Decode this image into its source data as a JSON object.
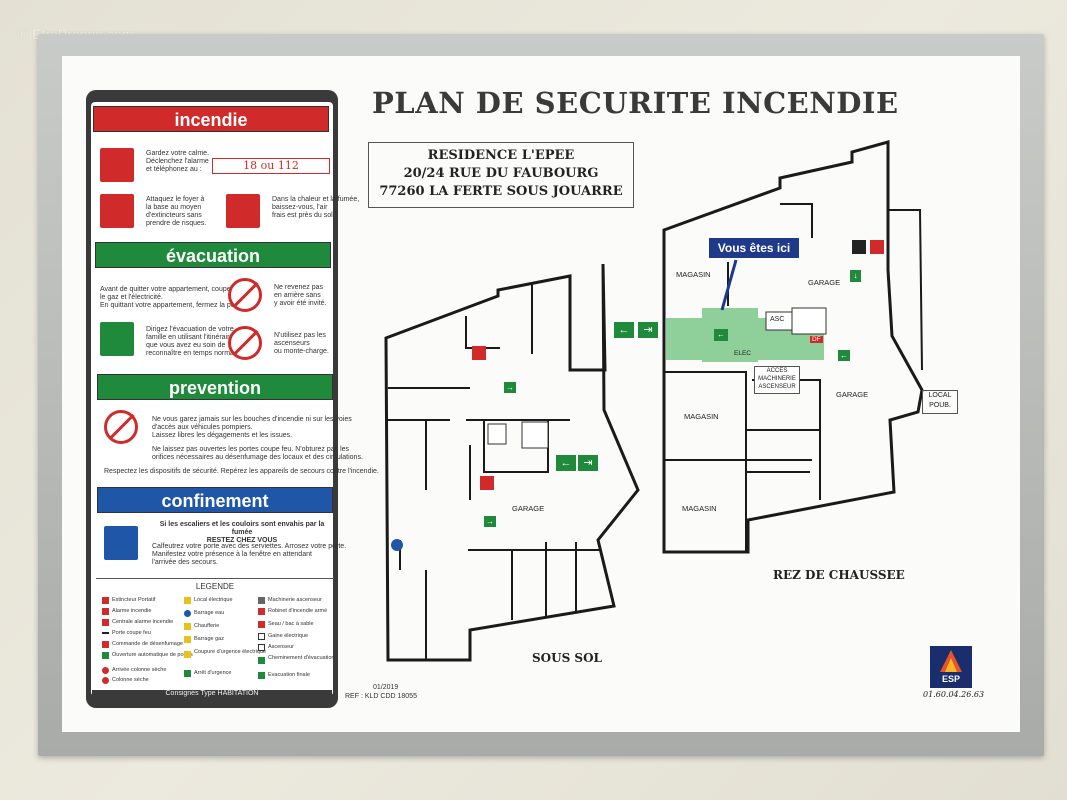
{
  "watermark": "© EtreProprio.com",
  "title": "PLAN DE SECURITE INCENDIE",
  "address": {
    "line1": "RESIDENCE L'EPEE",
    "line2": "20/24 RUE DU FAUBOURG",
    "line3": "77260 LA FERTE SOUS JOUARRE"
  },
  "panel": {
    "incendie": {
      "heading": "incendie",
      "text1": "Gardez votre calme.\nDéclenchez l'alarme\net téléphonez au :",
      "phone": "18 ou 112",
      "text2": "Attaquez le foyer à\nla base au moyen\nd'extincteurs sans\nprendre de risques.",
      "text3": "Dans la chaleur et la fumée,\nbaissez-vous, l'air\nfrais est près du sol."
    },
    "evacuation": {
      "heading": "évacuation",
      "text1": "Avant de quitter votre appartement, coupez\nle gaz et l'électricité.\nEn quittant votre appartement, fermez la porte",
      "text2": "Ne revenez pas\nen arrière sans\ny avoir été invité.",
      "text3": "Dirigez l'évacuation de votre\nfamille en utilisant l'itinéraire\nque vous avez eu soin de\nreconnaître en temps normal",
      "text4": "N'utilisez pas les\nascenseurs\nou monte-charge."
    },
    "prevention": {
      "heading": "prevention",
      "text1": "Ne vous garez jamais sur les bouches d'incendie ni sur les voies\nd'accès aux véhicules pompiers.\nLaissez libres les dégagements et les issues.",
      "text2": "Ne laissez pas ouvertes les portes coupe feu. N'obturez pas les\norifices nécessaires au désenfumage des locaux et des circulations.",
      "text3": "Respectez les dispositifs de sécurité. Repérez les appareils de secours contre l'incendie."
    },
    "confinement": {
      "heading": "confinement",
      "text1": "Si les escaliers et les couloirs sont envahis par la fumée\nRESTEZ CHEZ VOUS",
      "text2": "Calfeutrez votre porte avec des serviettes. Arrosez votre porte.\nManifestez votre présence à la fenêtre en attendant\nl'arrivée des secours."
    },
    "legend": {
      "title": "LEGENDE",
      "items": [
        "Extincteur Portatif",
        "Alarme incendie",
        "Centrale alarme incendie",
        "Porte coupe feu",
        "Commande de désenfumage",
        "Ouverture automatique de portes",
        "Arrivée colonne sèche",
        "Colonne sèche",
        "Local électrique",
        "Barrage eau",
        "Chaufferie",
        "Barrage gaz",
        "Coupure d'urgence électrique",
        "Arrêt d'urgence",
        "Machinerie ascenseur",
        "Robinet d'incendie armé",
        "Seau / bac à sable",
        "Gaine électrique",
        "Ascenseur",
        "Cheminement d'évacuation",
        "Evacuation finale"
      ]
    },
    "footer": "Consignes Type HABITATION"
  },
  "reference": {
    "date": "01/2019",
    "ref": "REF : KLD CDD 18055"
  },
  "plans": {
    "sous_sol": {
      "label": "SOUS SOL",
      "rooms": [
        "GARAGE"
      ]
    },
    "rez_de_chaussee": {
      "label": "REZ DE CHAUSSEE",
      "rooms": [
        "MAGASIN",
        "GARAGE",
        "MAGASIN",
        "GARAGE",
        "MAGASIN"
      ],
      "here": "Vous êtes ici",
      "asc": "ASC",
      "elec": "ELEC",
      "df": "DF",
      "acces": "ACCES\nMACHINERIE\nASCENSEUR",
      "local": "LOCAL\nPOUB."
    }
  },
  "brand": {
    "logo_text": "ESP",
    "phone": "01.60.04.26.63"
  },
  "colors": {
    "red": "#d12a2a",
    "green": "#1f8a3b",
    "blue": "#1f56a8",
    "evac_path": "#8fcf9a",
    "here_badge": "#1f3a8a"
  }
}
